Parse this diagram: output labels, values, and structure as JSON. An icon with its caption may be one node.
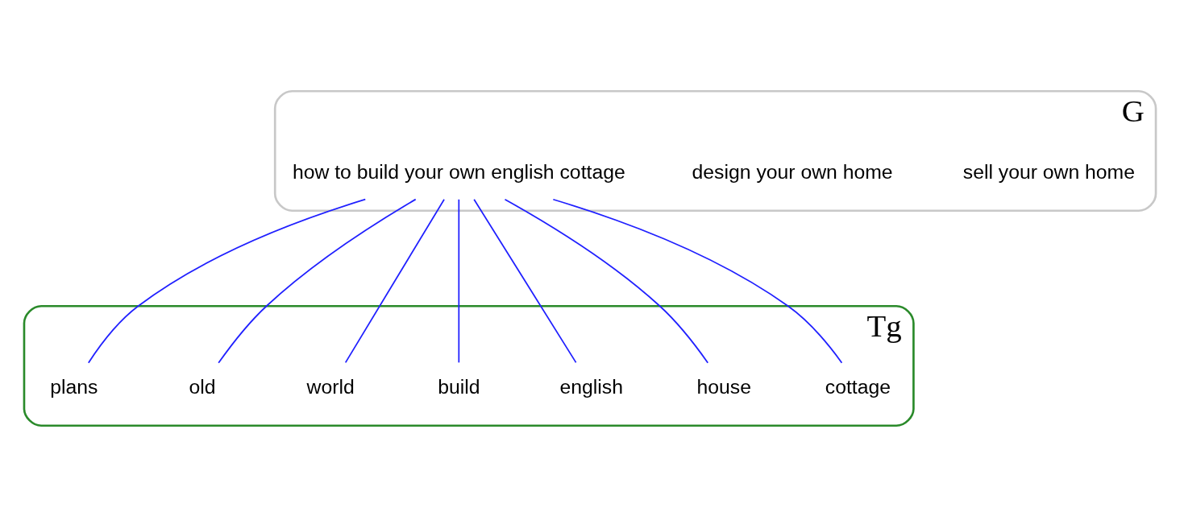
{
  "diagram": {
    "nodes": [
      {
        "text": [
          "G"
        ]
      },
      {
        "text": [
          "sell your own home"
        ],
        "in": 0
      },
      {
        "text": [
          "design your own home"
        ],
        "in": 0
      },
      {
        "text": [
          "how to build your own english cottage"
        ],
        "in": 0
      },
      {
        "text": [
          "Tg"
        ]
      },
      {
        "text": [
          "cottage"
        ],
        "in": 4
      },
      {
        "text": [
          "house"
        ],
        "in": 4
      },
      {
        "text": [
          "english"
        ],
        "in": 4
      },
      {
        "text": [
          "build"
        ],
        "in": 4
      },
      {
        "text": [
          "world"
        ],
        "in": 4
      },
      {
        "text": [
          "old"
        ],
        "in": 4
      },
      {
        "text": [
          "plans"
        ],
        "in": 4
      }
    ],
    "edges": [
      {
        "from": 3,
        "to": 5,
        "arrow": "none"
      },
      {
        "from": 3,
        "to": 6,
        "arrow": "none"
      },
      {
        "from": 3,
        "to": 7,
        "arrow": "none"
      },
      {
        "from": 3,
        "to": 8,
        "arrow": "none"
      },
      {
        "from": 3,
        "to": 9,
        "arrow": "none"
      },
      {
        "from": 3,
        "to": 10,
        "arrow": "none"
      },
      {
        "from": 3,
        "to": 11,
        "arrow": "none"
      }
    ]
  }
}
